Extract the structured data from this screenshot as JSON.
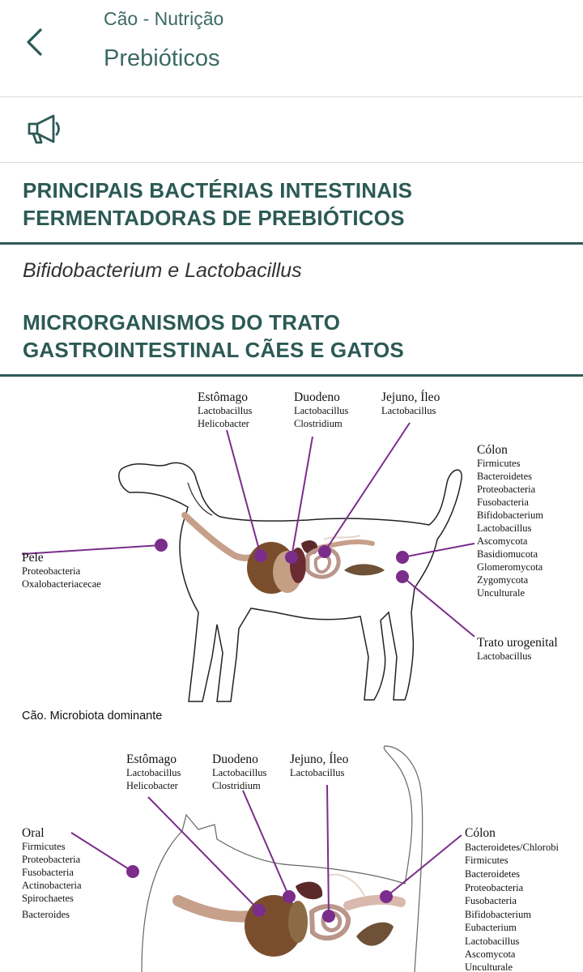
{
  "header": {
    "breadcrumb": "Cão - Nutrição",
    "title": "Prebióticos",
    "back_icon": "chevron-left-icon"
  },
  "audio": {
    "icon": "megaphone-icon"
  },
  "sections": {
    "heading1_line1": "PRINCIPAIS BACTÉRIAS INTESTINAIS",
    "heading1_line2": "FERMENTADORAS DE PREBIÓTICOS",
    "subtitle": "Bifidobacterium e Lactobacillus",
    "heading2_line1": "MICRORGANISMOS DO TRATO",
    "heading2_line2": "GASTROINTESTINAL CÃES E GATOS"
  },
  "colors": {
    "accent": "#2c5a55",
    "marker": "#7b2d8b"
  },
  "figure": {
    "dog": {
      "caption": "Cão. Microbiota dominante",
      "estomago": {
        "title": "Estômago",
        "items": [
          "Lactobacillus",
          "Helicobacter"
        ]
      },
      "duodeno": {
        "title": "Duodeno",
        "items": [
          "Lactobacillus",
          "Clostridium"
        ]
      },
      "jejuno": {
        "title": "Jejuno, Íleo",
        "items": [
          "Lactobacillus"
        ]
      },
      "colon": {
        "title": "Cólon",
        "items": [
          "Firmicutes",
          "Bacteroidetes",
          "Proteobacteria",
          "Fusobacteria",
          "Bifidobacterium",
          "Lactobacillus",
          "Ascomycota",
          "Basidiomucota",
          "Glomeromycota",
          "Zygomycota",
          "Unculturale"
        ]
      },
      "pele": {
        "title": "Pele",
        "items": [
          "Proteobacteria",
          "Oxalobacteriacecae"
        ]
      },
      "urogenital": {
        "title": "Trato urogenital",
        "items": [
          "Lactobacillus"
        ]
      }
    },
    "cat": {
      "estomago": {
        "title": "Estômago",
        "items": [
          "Lactobacillus",
          "Helicobacter"
        ]
      },
      "duodeno": {
        "title": "Duodeno",
        "items": [
          "Lactobacillus",
          "Clostridium"
        ]
      },
      "jejuno": {
        "title": "Jejuno, Íleo",
        "items": [
          "Lactobacillus"
        ]
      },
      "oral": {
        "title": "Oral",
        "items": [
          "Firmicutes",
          "Proteobacteria",
          "Fusobacteria",
          "Actinobacteria",
          "Spirochaetes",
          "Bacteroides"
        ]
      },
      "colon": {
        "title": "Cólon",
        "items": [
          "Bacteroidetes/Chlorobi",
          "Firmicutes",
          "Bacteroidetes",
          "Proteobacteria",
          "Fusobacteria",
          "Bifidobacterium",
          "Eubacterium",
          "Lactobacillus",
          "Ascomycota",
          "Unculturale"
        ]
      }
    }
  }
}
